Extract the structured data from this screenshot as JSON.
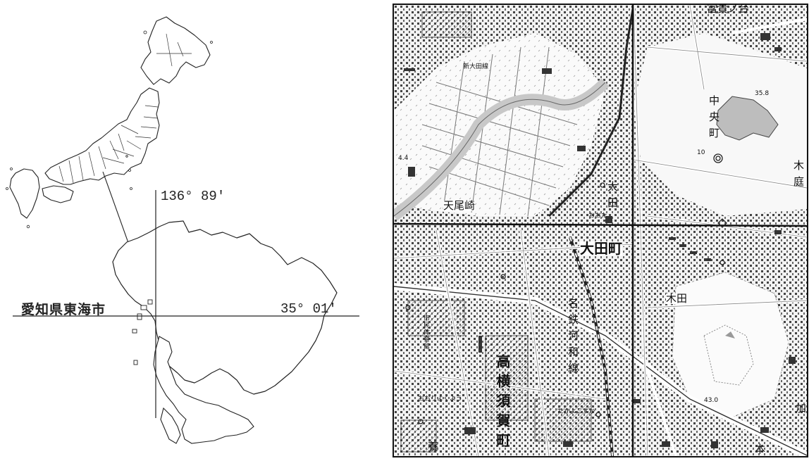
{
  "index_map": {
    "longitude_label": "136° 89′",
    "latitude_label": "35° 01′",
    "city_label": "愛知県東海市"
  },
  "topo_map": {
    "place_names": {
      "fujimigaoka": "富貴ノ台",
      "chuocho": "中央町",
      "kitei": "木庭",
      "amaozaki": "天尾崎",
      "ota": "大田",
      "otamachi": "大田町",
      "kida": "木田",
      "meitetsu_kowa": "名鉄河和線",
      "takayokosukacho": "高横須賀町",
      "ka": "加",
      "yashiro": "養",
      "hon": "本"
    },
    "labels": {
      "shin_ota_line": "新大田線",
      "civic_hall": "市民体育館",
      "elev_35_8": "35.8",
      "elev_4_4": "4.4",
      "elev_43": "43.0",
      "elev_10": "10",
      "ota_station": "おおた",
      "takayokosuka_station": "たかよこすか",
      "kominkan": "おおりよくよう"
    }
  }
}
